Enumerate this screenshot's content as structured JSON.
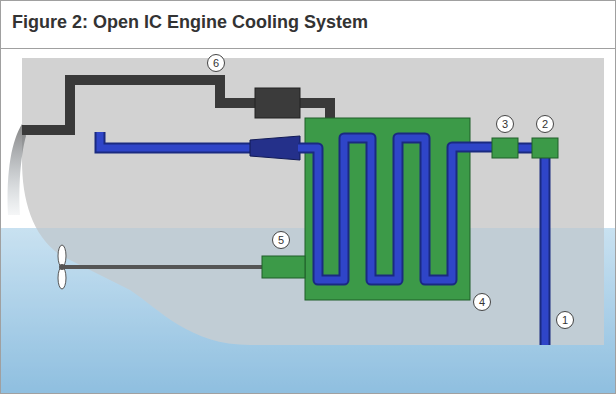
{
  "diagram": {
    "title": "Figure 2: Open IC Engine Cooling System",
    "labels": [
      "6",
      "3",
      "2",
      "1",
      "5",
      "4"
    ]
  }
}
